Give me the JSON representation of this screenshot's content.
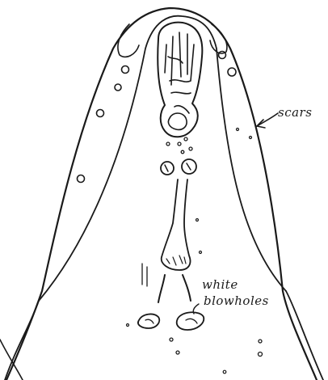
{
  "annotations": {
    "scars": "scars",
    "white": "white",
    "blowholes": "blowholes"
  },
  "colors": {
    "ink": "#1a1a1a",
    "paper": "#ffffff"
  }
}
